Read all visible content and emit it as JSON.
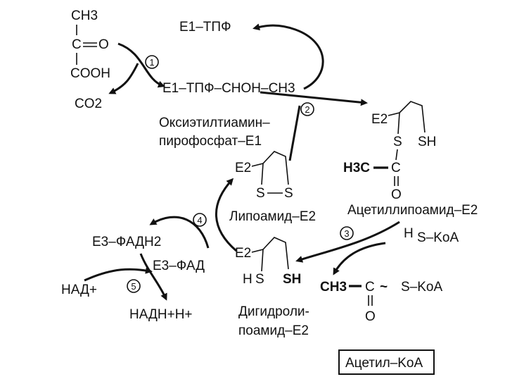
{
  "pyruvate": {
    "ch3": "CH3",
    "c": "C",
    "o": "O",
    "cooh": "COOH"
  },
  "co2": "CO2",
  "e1_tpp": "E1–ТПФ",
  "e1_tpp_chohch3": "E1–ТПФ–СНОН–СН3",
  "hydroxyethyl_label": {
    "line1": "Оксиэтилтиамин–",
    "line2": "пирофосфат–E1"
  },
  "lipoamide_e2": {
    "e2": "E2",
    "s1": "S",
    "s2": "S",
    "label": "Липоамид–E2"
  },
  "acetyllipoamide": {
    "e2": "E2",
    "s": "S",
    "sh": "SH",
    "h3c": "H3C",
    "c": "C",
    "o": "O",
    "label": "Ацетиллипоамид–E2"
  },
  "hs_koa": {
    "h": "H",
    "s_koa": "S–KoA"
  },
  "acetyl_koa": {
    "ch3": "CH3",
    "c": "C",
    "tilde": "~",
    "s_koa": "S–KoA",
    "o": "O",
    "label": "Ацетил–KoA"
  },
  "dihydrolipoamide": {
    "e2": "E2",
    "h": "H",
    "s": "S",
    "sh": "SH",
    "label_line1": "Дигидроли-",
    "label_line2": "поамид–E2"
  },
  "e3_fadh2": "E3–ФАДН2",
  "e3_fad": "E3–ФАД",
  "nad": "НАД+",
  "nadh": "НАДН+Н+",
  "steps": [
    "1",
    "2",
    "3",
    "4",
    "5"
  ]
}
